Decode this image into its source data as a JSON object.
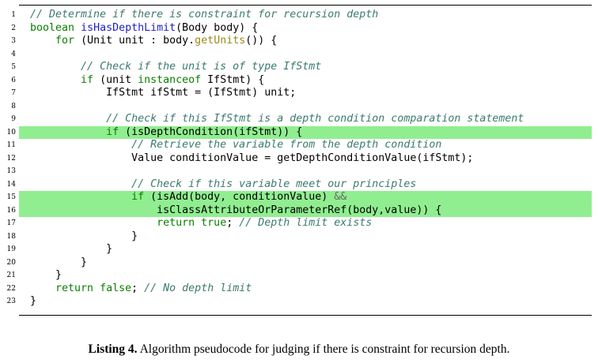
{
  "listing": {
    "lines": [
      {
        "number": "1",
        "tokens": [
          {
            "text": "// Determine if there is constraint for recursion depth",
            "type": "cm"
          }
        ]
      },
      {
        "number": "2",
        "tokens": [
          {
            "text": "boolean",
            "type": "kw"
          },
          {
            "text": " ",
            "type": "pl"
          },
          {
            "text": "isHasDepthLimit",
            "type": "fn"
          },
          {
            "text": "(Body body) {",
            "type": "pl"
          }
        ]
      },
      {
        "number": "3",
        "tokens": [
          {
            "text": "    ",
            "type": "pl"
          },
          {
            "text": "for",
            "type": "kw"
          },
          {
            "text": " (Unit unit : body.",
            "type": "pl"
          },
          {
            "text": "getUnits",
            "type": "mt"
          },
          {
            "text": "()) {",
            "type": "pl"
          }
        ]
      },
      {
        "number": "4",
        "tokens": []
      },
      {
        "number": "5",
        "tokens": [
          {
            "text": "        ",
            "type": "pl"
          },
          {
            "text": "// Check if the unit is of type IfStmt",
            "type": "cm"
          }
        ]
      },
      {
        "number": "6",
        "tokens": [
          {
            "text": "        ",
            "type": "pl"
          },
          {
            "text": "if",
            "type": "kw"
          },
          {
            "text": " (unit ",
            "type": "pl"
          },
          {
            "text": "instanceof",
            "type": "kw"
          },
          {
            "text": " IfStmt) {",
            "type": "pl"
          }
        ]
      },
      {
        "number": "7",
        "tokens": [
          {
            "text": "            IfStmt ifStmt = (IfStmt) unit;",
            "type": "pl"
          }
        ]
      },
      {
        "number": "8",
        "tokens": []
      },
      {
        "number": "9",
        "tokens": [
          {
            "text": "            ",
            "type": "pl"
          },
          {
            "text": "// Check if this IfStmt is a depth condition comparation statement",
            "type": "cm"
          }
        ]
      },
      {
        "number": "10",
        "highlight": true,
        "tokens": [
          {
            "text": "            ",
            "type": "pl"
          },
          {
            "text": "if",
            "type": "kw"
          },
          {
            "text": " (isDepthCondition(ifStmt)) {",
            "type": "pl"
          }
        ]
      },
      {
        "number": "11",
        "tokens": [
          {
            "text": "                ",
            "type": "pl"
          },
          {
            "text": "// Retrieve the variable from the depth condition",
            "type": "cm"
          }
        ]
      },
      {
        "number": "12",
        "tokens": [
          {
            "text": "                Value conditionValue = getDepthConditionValue(ifStmt);",
            "type": "pl"
          }
        ]
      },
      {
        "number": "13",
        "tokens": []
      },
      {
        "number": "14",
        "tokens": [
          {
            "text": "                ",
            "type": "pl"
          },
          {
            "text": "// Check if this variable meet our principles",
            "type": "cm"
          }
        ]
      },
      {
        "number": "15",
        "highlight": true,
        "tokens": [
          {
            "text": "                ",
            "type": "pl"
          },
          {
            "text": "if",
            "type": "kw"
          },
          {
            "text": " (isAdd(body, conditionValue) ",
            "type": "pl"
          },
          {
            "text": "&&",
            "type": "op"
          }
        ]
      },
      {
        "number": "16",
        "highlight": true,
        "tokens": [
          {
            "text": "                    isClassAttributeOrParameterRef(body,value)) {",
            "type": "pl"
          }
        ]
      },
      {
        "number": "17",
        "tokens": [
          {
            "text": "                    ",
            "type": "pl"
          },
          {
            "text": "return",
            "type": "kw"
          },
          {
            "text": " ",
            "type": "pl"
          },
          {
            "text": "true",
            "type": "kw"
          },
          {
            "text": "; ",
            "type": "pl"
          },
          {
            "text": "// Depth limit exists",
            "type": "cm"
          }
        ]
      },
      {
        "number": "18",
        "tokens": [
          {
            "text": "                }",
            "type": "pl"
          }
        ]
      },
      {
        "number": "19",
        "tokens": [
          {
            "text": "            }",
            "type": "pl"
          }
        ]
      },
      {
        "number": "20",
        "tokens": [
          {
            "text": "        }",
            "type": "pl"
          }
        ]
      },
      {
        "number": "21",
        "tokens": [
          {
            "text": "    }",
            "type": "pl"
          }
        ]
      },
      {
        "number": "22",
        "tokens": [
          {
            "text": "    ",
            "type": "pl"
          },
          {
            "text": "return",
            "type": "kw"
          },
          {
            "text": " ",
            "type": "pl"
          },
          {
            "text": "false",
            "type": "kw"
          },
          {
            "text": "; ",
            "type": "pl"
          },
          {
            "text": "// No depth limit",
            "type": "cm"
          }
        ]
      },
      {
        "number": "23",
        "tokens": [
          {
            "text": "}",
            "type": "pl"
          }
        ]
      }
    ]
  },
  "caption": {
    "label": "Listing 4.",
    "text": "Algorithm pseudocode for judging if there is constraint for recursion depth."
  },
  "colors": {
    "highlight": "#90ee90",
    "keyword": "#0a7f00",
    "function_name": "#1e1ec8",
    "method": "#9a8a1a",
    "comment": "#3a7a6e"
  }
}
